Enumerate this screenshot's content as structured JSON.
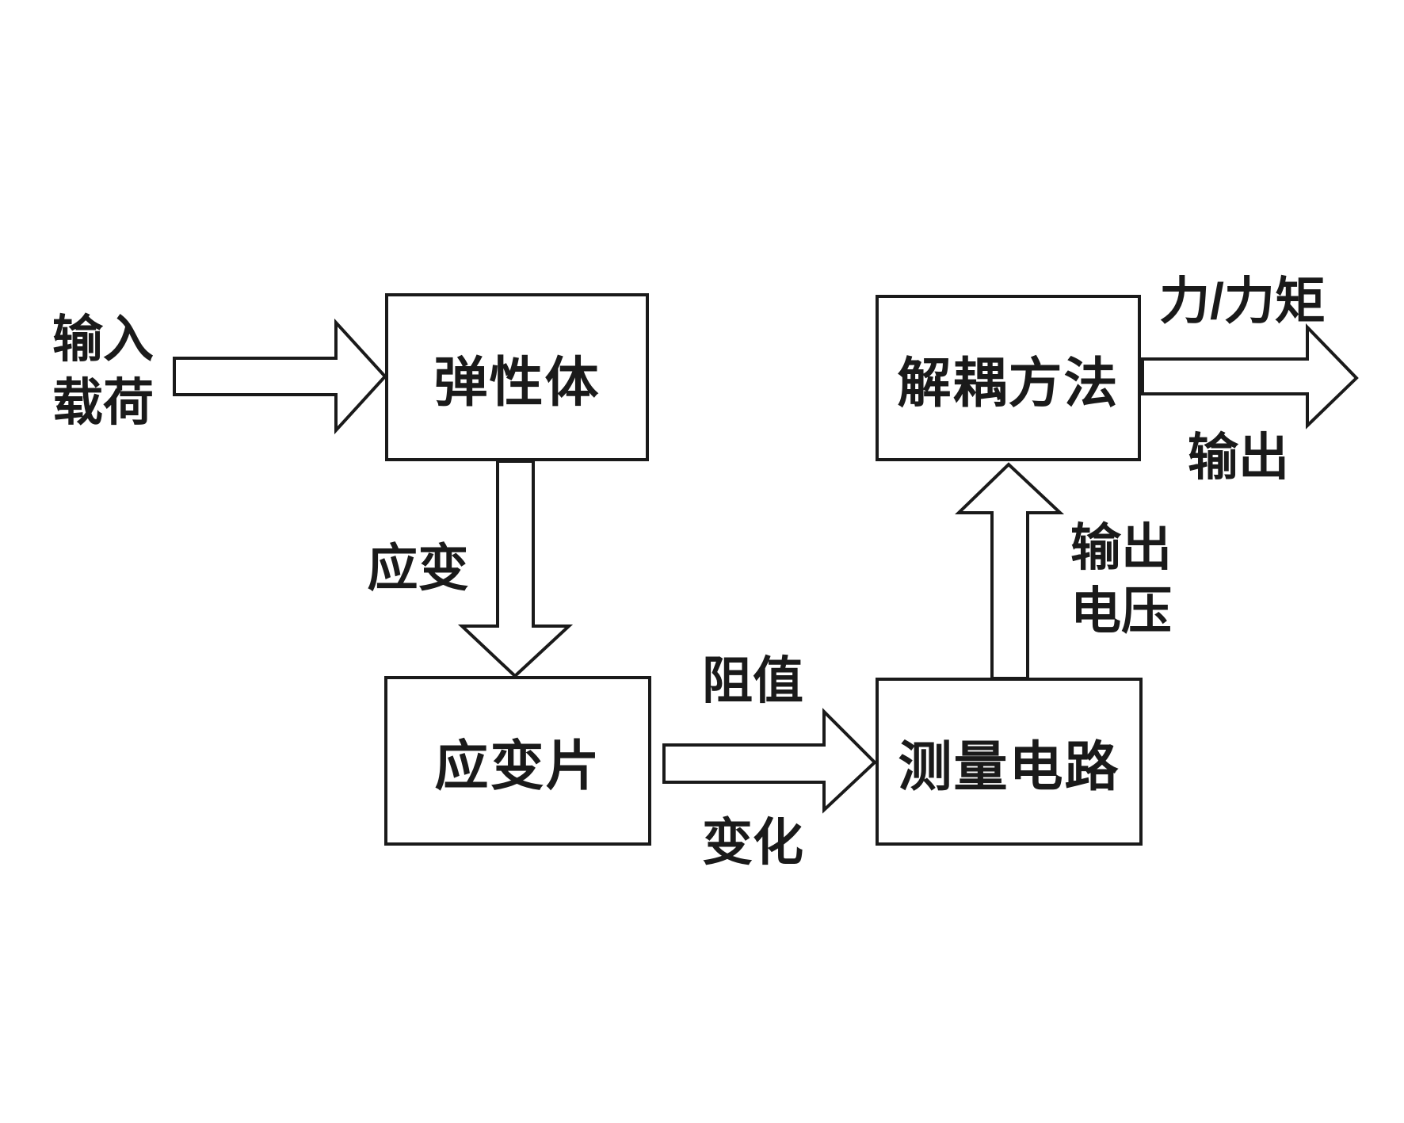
{
  "colors": {
    "background": "#ffffff",
    "line": "#1a1a1a",
    "text": "#1a1a1a"
  },
  "nodes": {
    "elastic_body": "弹性体",
    "strain_gauge": "应变片",
    "measurement_circuit": "测量电路",
    "decoupling_method": "解耦方法"
  },
  "edge_labels": {
    "input_load": [
      "输入",
      "载荷"
    ],
    "strain": "应变",
    "resistance_change": [
      "阻值",
      "变化"
    ],
    "output_voltage": [
      "输出",
      "电压"
    ],
    "force_torque": "力/力矩",
    "output": "输出"
  }
}
